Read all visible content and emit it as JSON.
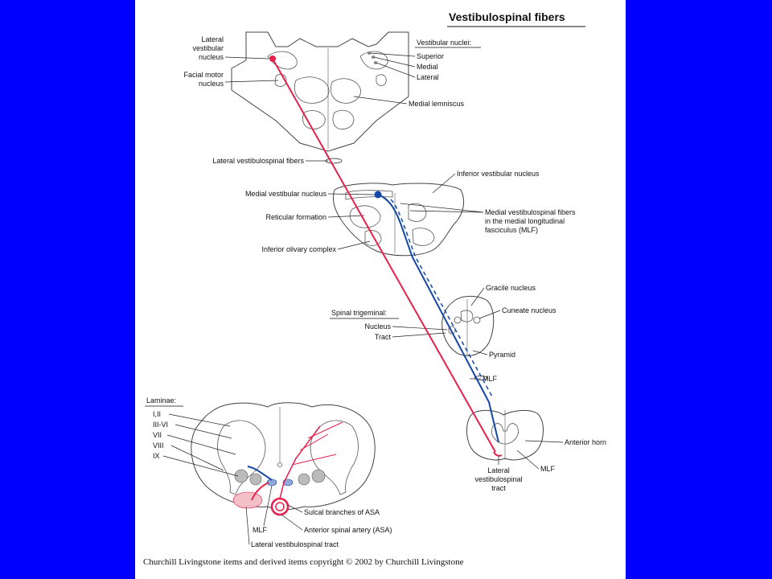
{
  "title": "Vestibulospinal fibers",
  "labels": {
    "lateral_vestibular_nucleus": [
      "Lateral",
      "vestibular",
      "nucleus"
    ],
    "facial_motor_nucleus": [
      "Facial motor",
      "nucleus"
    ],
    "vestibular_nuclei_header": "Vestibular nuclei:",
    "superior": "Superior",
    "medial": "Medial",
    "lateral": "Lateral",
    "medial_lemniscus": "Medial lemniscus",
    "lateral_vestibulospinal_fibers": "Lateral vestibulospinal fibers",
    "inferior_vestibular_nucleus": "Inferior vestibular nucleus",
    "medial_vestibular_nucleus": "Medial vestibular nucleus",
    "reticular_formation": "Reticular formation",
    "medial_vs_fibers_mlf": [
      "Medial vestibulospinal fibers",
      "in the medial longitudinal",
      "fasciculus (MLF)"
    ],
    "inferior_olivary_complex": "Inferior olivary complex",
    "gracile_nucleus": "Gracile nucleus",
    "cuneate_nucleus": "Cuneate nucleus",
    "spinal_trigeminal_header": "Spinal trigeminal:",
    "nucleus": "Nucleus",
    "tract": "Tract",
    "pyramid": "Pyramid",
    "mlf_medulla": "MLF",
    "laminae_header": "Laminae:",
    "laminae": [
      "I,II",
      "III-VI",
      "VII",
      "VIII",
      "IX"
    ],
    "anterior_horn": "Anterior horn",
    "mlf_cord": "MLF",
    "lateral_vs_tract_cord": [
      "Lateral",
      "vestibulospinal",
      "tract"
    ],
    "sulcal_branches": "Sulcal branches of ASA",
    "mlf_bottom": "MLF",
    "anterior_spinal_artery": "Anterior spinal artery (ASA)",
    "lateral_vs_tract_bottom": "Lateral vestibulospinal tract"
  },
  "copyright": "Churchill Livingstone items and derived items copyright © 2002 by Churchill Livingstone",
  "colors": {
    "background": "#0000ff",
    "panel": "#ffffff",
    "lateral_pathway": "#e8204a",
    "medial_pathway": "#1448a8",
    "tract_fill": "#f4c0c8"
  }
}
